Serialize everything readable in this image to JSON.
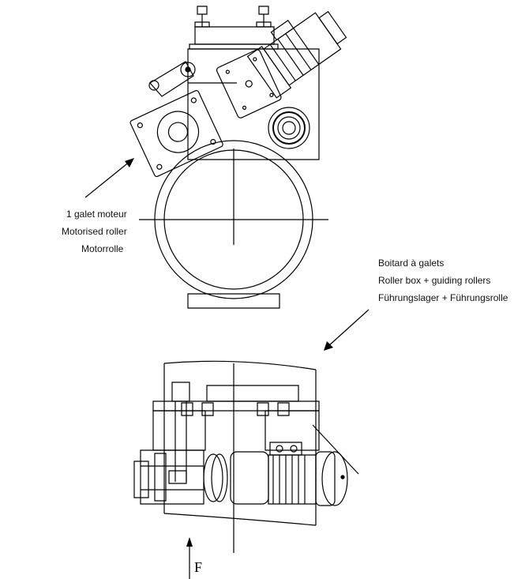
{
  "labels": {
    "motor_roller": [
      "1 galet moteur",
      "Motorised roller",
      "Motorrolle"
    ],
    "roller_box": [
      "Boitard à galets",
      "Roller box + guiding rollers",
      "Führungslager + Führungsrolle"
    ],
    "force": "F"
  },
  "colors": {
    "line": "#000000",
    "background": "#ffffff",
    "fill_dark": "#222222"
  }
}
